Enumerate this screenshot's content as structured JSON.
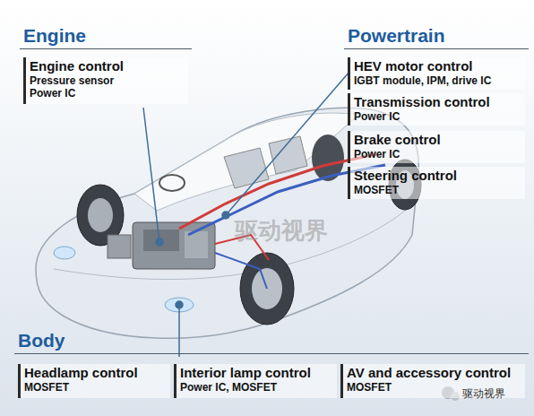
{
  "diagram": {
    "nodes": [
      {
        "text": [
          "Engine"
        ]
      },
      {
        "text": [
          "Engine control",
          "Pressure sensor",
          "Power IC"
        ],
        "in": 0
      },
      {
        "text": [
          "Powertrain"
        ]
      },
      {
        "text": [
          "HEV motor control",
          "IGBT module, IPM, drive IC"
        ],
        "in": 2
      },
      {
        "text": [
          "Transmission control",
          "Power IC"
        ],
        "in": 2
      },
      {
        "text": [
          "Brake control",
          "Power IC"
        ],
        "in": 2
      },
      {
        "text": [
          "Steering control",
          "MOSFET"
        ],
        "in": 2
      },
      {
        "text": [
          "Body"
        ]
      },
      {
        "text": [
          "Headlamp control",
          "MOSFET"
        ],
        "in": 7
      },
      {
        "text": [
          "Interior lamp control",
          "Power IC, MOSFET"
        ],
        "in": 7
      },
      {
        "text": [
          "AV and accessory control",
          "MOSFET"
        ],
        "in": 7
      }
    ],
    "labels": [
      "驱动视界",
      "驱动视界"
    ]
  }
}
